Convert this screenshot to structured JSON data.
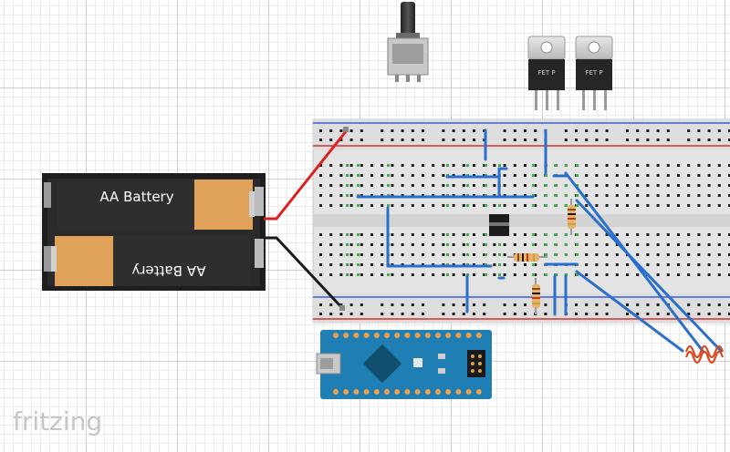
{
  "app": {
    "logo_text": "fritzing"
  },
  "battery_pack": {
    "cells": [
      {
        "label": "AA Battery"
      },
      {
        "label": "AA Battery"
      }
    ]
  },
  "transistors": [
    {
      "label": "FET P"
    },
    {
      "label": "FET P"
    }
  ],
  "arduino": {
    "colors": {
      "board": "#1f7fb5",
      "mcu": "#124f6e",
      "pins": "#f0a04a"
    }
  },
  "colors": {
    "wire_red": "#dd1f1f",
    "wire_black": "#1a1a1a",
    "jumper_blue": "#2a6fcc",
    "coil": "#d8491f"
  }
}
